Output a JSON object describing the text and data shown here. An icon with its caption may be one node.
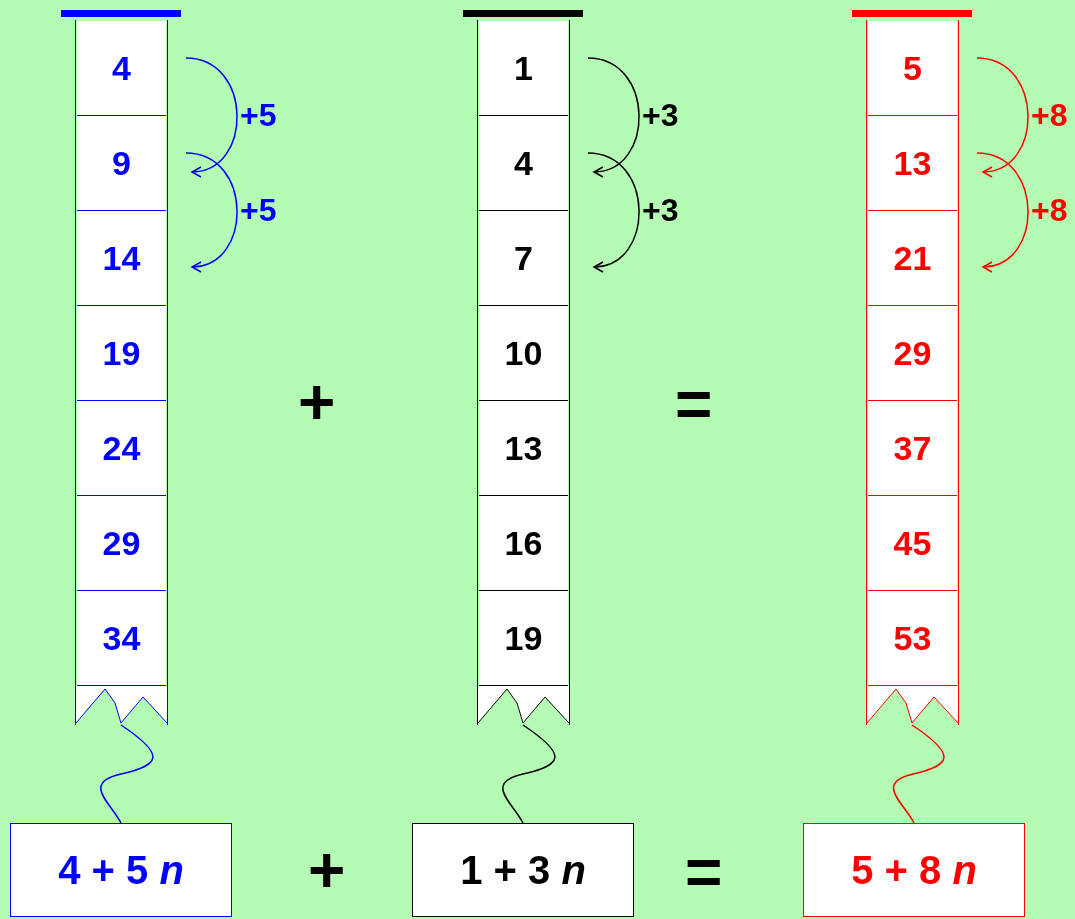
{
  "diagram": {
    "nodes": [
      {
        "text": [],
        "shape": "box"
      },
      {
        "text": [
          "4"
        ],
        "in": 0
      },
      {
        "text": [
          "9"
        ],
        "in": 0
      },
      {
        "text": [
          "14"
        ],
        "in": 0
      },
      {
        "text": [
          "19"
        ],
        "in": 0
      },
      {
        "text": [
          "24"
        ],
        "in": 0
      },
      {
        "text": [
          "29"
        ],
        "in": 0
      },
      {
        "text": [
          "34"
        ],
        "in": 0
      },
      {
        "text": [],
        "shape": "box"
      },
      {
        "text": [
          "1"
        ],
        "in": 8
      },
      {
        "text": [
          "4"
        ],
        "in": 8
      },
      {
        "text": [
          "7"
        ],
        "in": 8
      },
      {
        "text": [
          "10"
        ],
        "in": 8
      },
      {
        "text": [
          "13"
        ],
        "in": 8
      },
      {
        "text": [
          "16"
        ],
        "in": 8
      },
      {
        "text": [
          "19"
        ],
        "in": 8
      },
      {
        "text": [],
        "shape": "box"
      },
      {
        "text": [
          "5"
        ],
        "in": 16
      },
      {
        "text": [
          "13"
        ],
        "in": 16
      },
      {
        "text": [
          "21"
        ],
        "in": 16
      },
      {
        "text": [
          "29"
        ],
        "in": 16
      },
      {
        "text": [
          "37"
        ],
        "in": 16
      },
      {
        "text": [
          "45"
        ],
        "in": 16
      },
      {
        "text": [
          "53"
        ],
        "in": 16
      },
      {
        "text": [
          "4 + 5 *n*"
        ]
      },
      {
        "text": [
          "1 + 3 *n*"
        ]
      },
      {
        "text": [
          "5 + 8 *n*"
        ]
      }
    ],
    "edges": [
      {
        "from": 1,
        "to": 2,
        "arrow": "to",
        "label": "+5",
        "color": "#0000ff"
      },
      {
        "from": 2,
        "to": 3,
        "arrow": "to",
        "label": "+5",
        "color": "#0000ff"
      },
      {
        "from": 9,
        "to": 10,
        "arrow": "to",
        "label": "+3",
        "color": "#000000"
      },
      {
        "from": 10,
        "to": 11,
        "arrow": "to",
        "label": "+3",
        "color": "#000000"
      },
      {
        "from": 17,
        "to": 18,
        "arrow": "to",
        "label": "+8",
        "color": "#ff0000"
      },
      {
        "from": 18,
        "to": 19,
        "arrow": "to",
        "label": "+8",
        "color": "#ff0000"
      },
      {
        "from": 0,
        "to": 24,
        "arrow": "none",
        "color": "#0000ff"
      },
      {
        "from": 8,
        "to": 25,
        "arrow": "none",
        "color": "#000000"
      },
      {
        "from": 16,
        "to": 26,
        "arrow": "none",
        "color": "#ff0000"
      }
    ],
    "labels": [
      "+",
      "=",
      "+",
      "="
    ]
  }
}
